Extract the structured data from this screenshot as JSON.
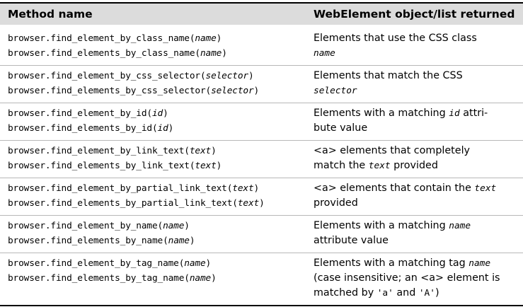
{
  "table": {
    "headers": {
      "method": "Method name",
      "returned": "WebElement object/list returned"
    },
    "rows": [
      {
        "m1_pre": "browser.find_element_by_class_name(",
        "m1_arg": "name",
        "m1_post": ")",
        "m2_pre": "browser.find_elements_by_class_name(",
        "m2_arg": "name",
        "m2_post": ")",
        "d1": "Elements that use the CSS class",
        "d2_code": "name"
      },
      {
        "m1_pre": "browser.find_element_by_css_selector(",
        "m1_arg": "selector",
        "m1_post": ")",
        "m2_pre": "browser.find_elements_by_css_selector(",
        "m2_arg": "selector",
        "m2_post": ")",
        "d1": "Elements that match the CSS",
        "d2_code": "selector"
      },
      {
        "m1_pre": "browser.find_element_by_id(",
        "m1_arg": "id",
        "m1_post": ")",
        "m2_pre": "browser.find_elements_by_id(",
        "m2_arg": "id",
        "m2_post": ")",
        "d1_pre": "Elements with a matching ",
        "d1_code": "id",
        "d1_post": " attri-",
        "d2": "bute value"
      },
      {
        "m1_pre": "browser.find_element_by_link_text(",
        "m1_arg": "text",
        "m1_post": ")",
        "m2_pre": "browser.find_elements_by_link_text(",
        "m2_arg": "text",
        "m2_post": ")",
        "d1": "<a> elements that completely",
        "d2_pre": "match the ",
        "d2_code": "text",
        "d2_post": " provided"
      },
      {
        "m1_pre": "browser.find_element_by_partial_link_text(",
        "m1_arg": "text",
        "m1_post": ")",
        "m2_pre": "browser.find_elements_by_partial_link_text(",
        "m2_arg": "text",
        "m2_post": ")",
        "d1_pre": "<a> elements that contain the ",
        "d1_code": "text",
        "d2": "provided"
      },
      {
        "m1_pre": "browser.find_element_by_name(",
        "m1_arg": "name",
        "m1_post": ")",
        "m2_pre": "browser.find_elements_by_name(",
        "m2_arg": "name",
        "m2_post": ")",
        "d1_pre": "Elements with a matching ",
        "d1_code": "name",
        "d2": "attribute value"
      },
      {
        "m1_pre": "browser.find_element_by_tag_name(",
        "m1_arg": "name",
        "m1_post": ")",
        "m2_pre": "browser.find_elements_by_tag_name(",
        "m2_arg": "name",
        "m2_post": ")",
        "d1_pre": "Elements with a matching tag ",
        "d1_code": "name",
        "d2": "(case insensitive; an <a> element is",
        "d3_pre": "matched by ",
        "d3_code1": "'a'",
        "d3_mid": " and ",
        "d3_code2": "'A'",
        "d3_post": ")"
      }
    ]
  }
}
